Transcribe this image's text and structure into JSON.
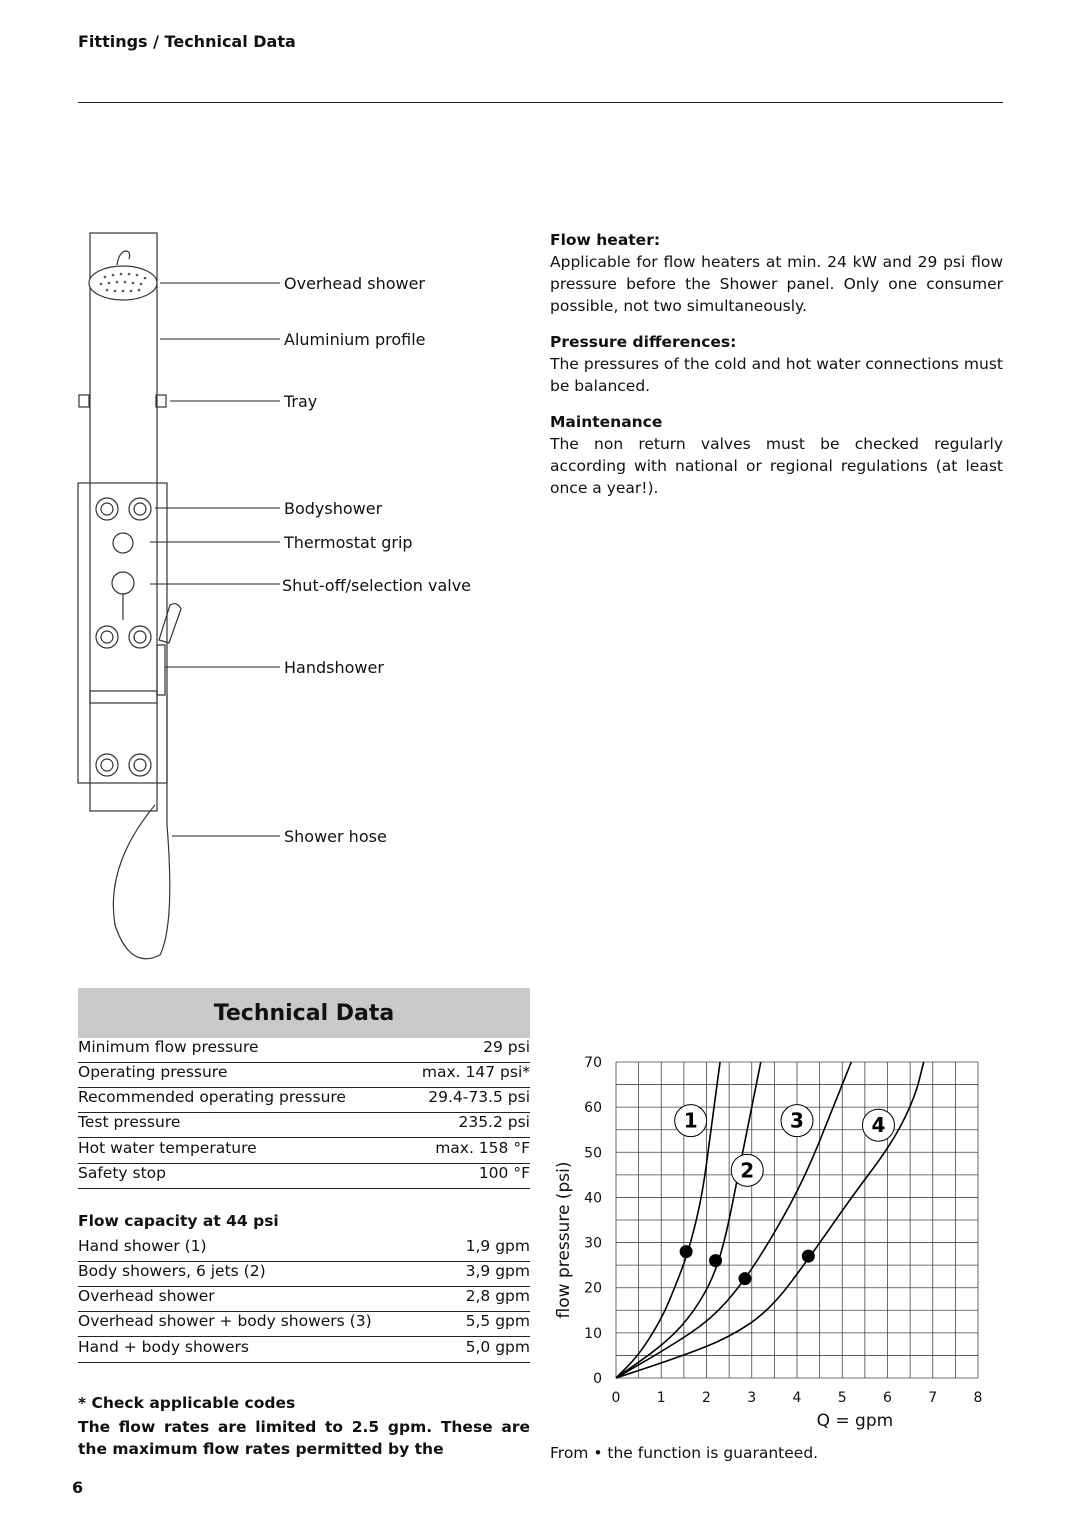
{
  "header": {
    "title": "Fittings / Technical Data"
  },
  "diagram": {
    "labels": [
      "Overhead shower",
      "Aluminium profile",
      "Tray",
      "Bodyshower",
      "Thermostat grip",
      "Shut-off/selection valve",
      "Handshower",
      "Shower hose"
    ]
  },
  "info": {
    "flow_heater": {
      "heading": "Flow heater:",
      "text": "Applicable for flow heaters at min. 24 kW and 29 psi flow pressure before the Shower panel. Only one consumer possible, not two simultaneously."
    },
    "pressure": {
      "heading": "Pressure differences:",
      "text": "The pressures of the cold and hot water connections must be balanced."
    },
    "maintenance": {
      "heading": "Maintenance",
      "text": "The non return valves must be checked regularly according with national or regional regulations (at least once a year!)."
    }
  },
  "technical": {
    "title": "Technical Data",
    "specs": [
      {
        "k": "Minimum flow pressure",
        "v": "29 psi"
      },
      {
        "k": "Operating pressure",
        "v": "max. 147 psi*"
      },
      {
        "k": "Recommended operating pressure",
        "v": "29.4-73.5 psi"
      },
      {
        "k": "Test pressure",
        "v": "235.2 psi"
      },
      {
        "k": "Hot water temperature",
        "v": "max. 158 °F"
      },
      {
        "k": "Safety stop",
        "v": "100 °F"
      }
    ],
    "flow_heading": "Flow capacity at 44 psi",
    "flows": [
      {
        "k": "Hand shower (1)",
        "v": "1,9 gpm"
      },
      {
        "k": "Body showers, 6 jets (2)",
        "v": "3,9 gpm"
      },
      {
        "k": "Overhead shower",
        "v": "2,8 gpm"
      },
      {
        "k": "Overhead shower + body showers (3)",
        "v": "5,5 gpm"
      },
      {
        "k": "Hand + body showers",
        "v": "5,0 gpm"
      }
    ],
    "note_codes": "* Check applicable codes",
    "note_limit": "The flow rates are limited to 2.5 gpm. These are the maximum flow rates permitted by the"
  },
  "page_number": "6",
  "chart_data": {
    "type": "line",
    "ylabel": "flow pressure (psi)",
    "xlabel": "Q = gpm",
    "xlim": [
      0,
      8
    ],
    "ylim": [
      0,
      70
    ],
    "x_ticks": [
      "0",
      "1",
      "2",
      "3",
      "4",
      "5",
      "6",
      "7",
      "8"
    ],
    "y_ticks": [
      "0",
      "10",
      "20",
      "30",
      "40",
      "50",
      "60",
      "70"
    ],
    "grid": true,
    "series": [
      {
        "name": "1",
        "points": [
          [
            0,
            0
          ],
          [
            0.5,
            5
          ],
          [
            1,
            13
          ],
          [
            1.3,
            20
          ],
          [
            1.6,
            28
          ],
          [
            1.9,
            40
          ],
          [
            2.1,
            55
          ],
          [
            2.3,
            70
          ]
        ]
      },
      {
        "name": "2",
        "points": [
          [
            0,
            0
          ],
          [
            1,
            7
          ],
          [
            1.6,
            13
          ],
          [
            2.1,
            21
          ],
          [
            2.4,
            30
          ],
          [
            2.7,
            45
          ],
          [
            3.0,
            60
          ],
          [
            3.2,
            70
          ]
        ]
      },
      {
        "name": "3",
        "points": [
          [
            0,
            0
          ],
          [
            1.2,
            7
          ],
          [
            2.1,
            13
          ],
          [
            2.8,
            21
          ],
          [
            3.5,
            32
          ],
          [
            4.2,
            45
          ],
          [
            4.8,
            60
          ],
          [
            5.2,
            70
          ]
        ]
      },
      {
        "name": "4",
        "points": [
          [
            0,
            0
          ],
          [
            1.5,
            5
          ],
          [
            2.5,
            9
          ],
          [
            3.4,
            15
          ],
          [
            4.3,
            27
          ],
          [
            5.2,
            40
          ],
          [
            6.1,
            52
          ],
          [
            6.6,
            62
          ],
          [
            6.8,
            70
          ]
        ]
      }
    ],
    "markers": [
      {
        "series": "1",
        "x": 1.55,
        "y": 28
      },
      {
        "series": "2",
        "x": 2.2,
        "y": 26
      },
      {
        "series": "3",
        "x": 2.85,
        "y": 22
      },
      {
        "series": "4",
        "x": 4.25,
        "y": 27
      }
    ],
    "curve_labels": [
      "1",
      "2",
      "3",
      "4"
    ],
    "footnote": "From • the function is guaranteed."
  }
}
